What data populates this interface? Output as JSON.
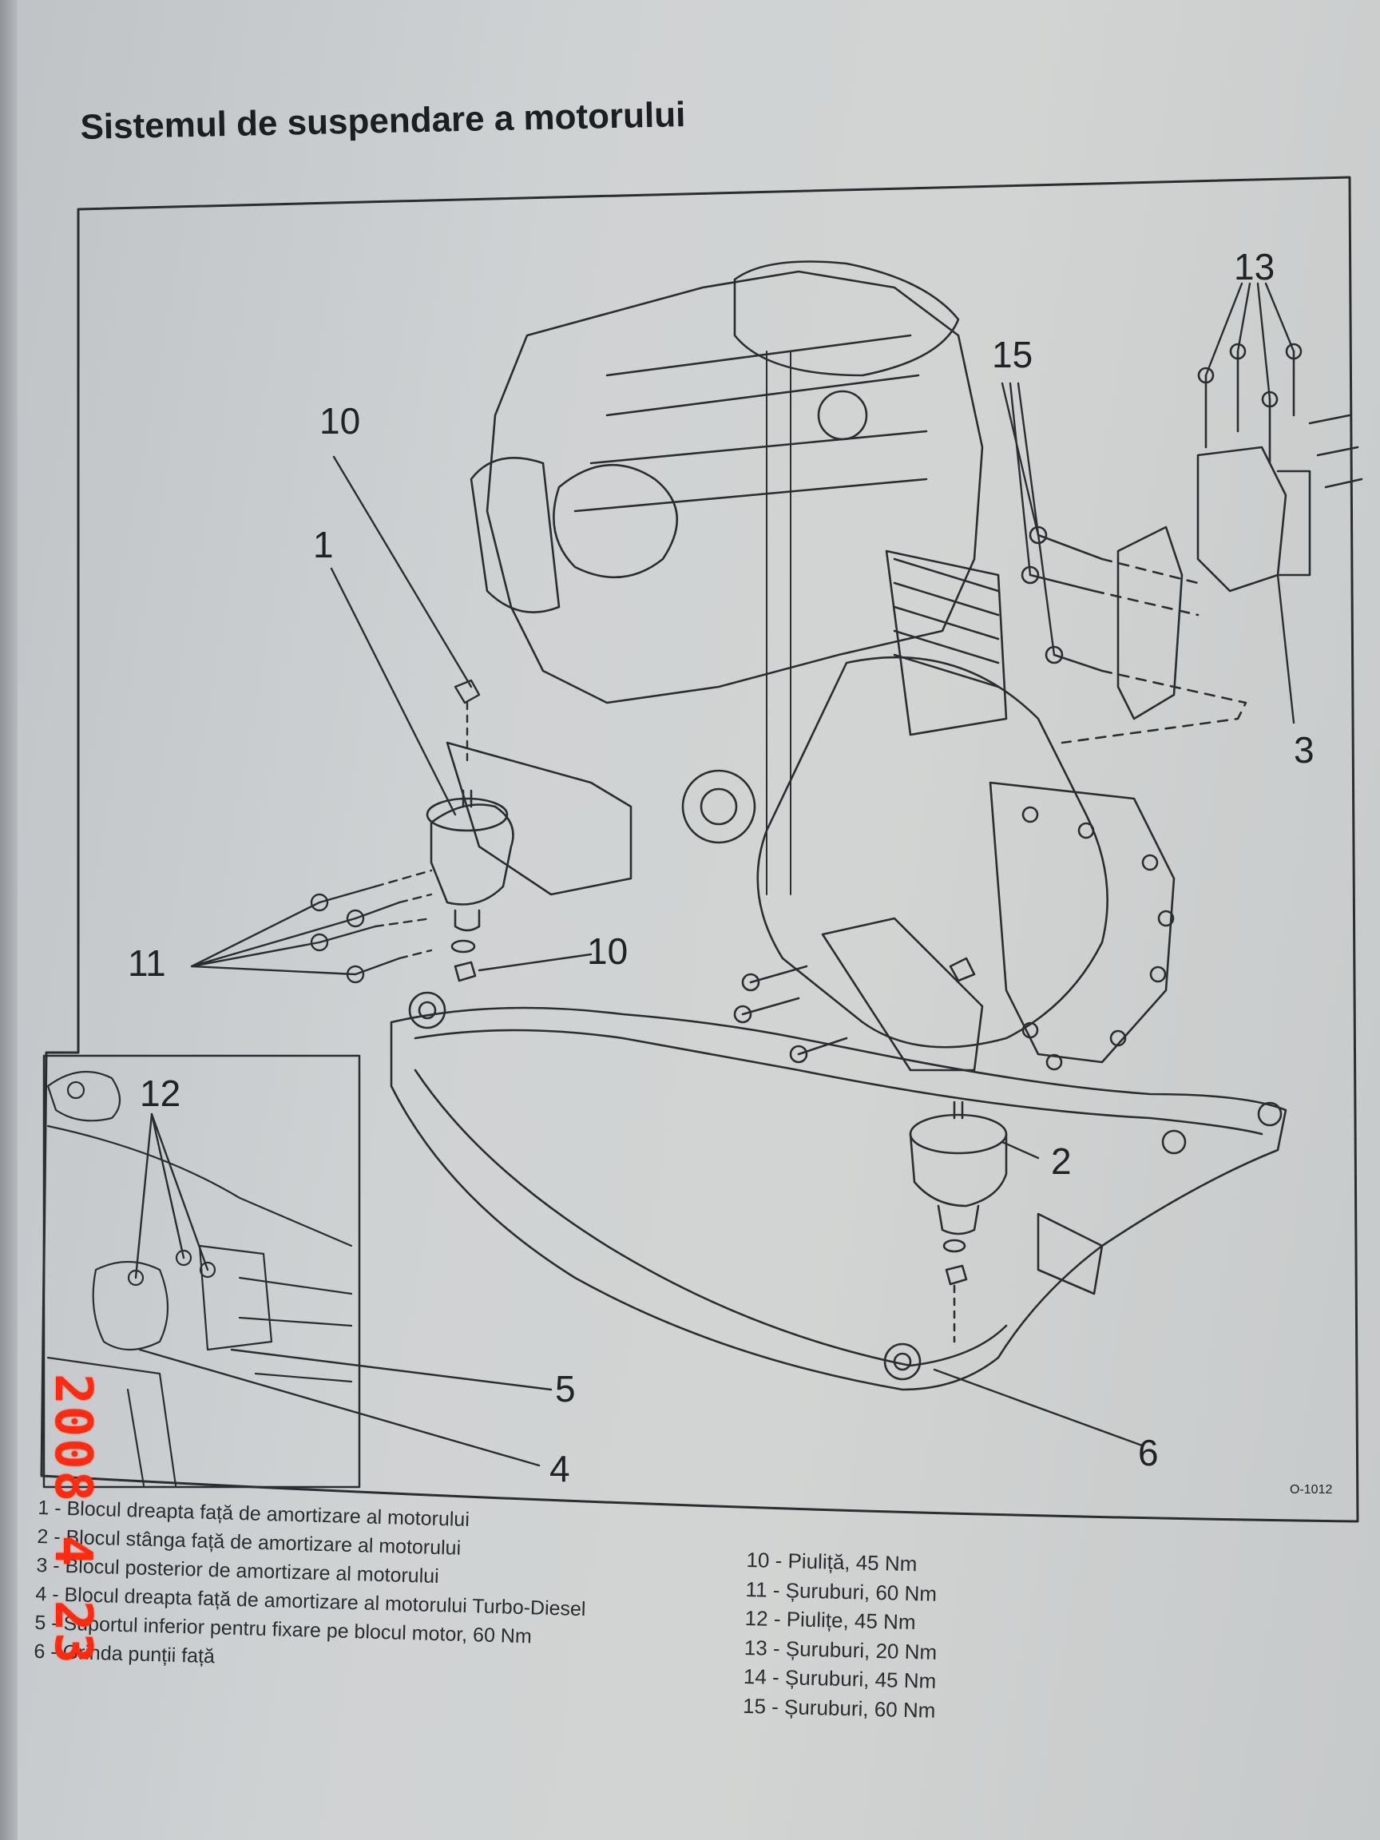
{
  "title": "Sistemul de suspendare a motorului",
  "figure": {
    "code": "O-1012",
    "callouts": {
      "c1": "1",
      "c2": "2",
      "c3": "3",
      "c4": "4",
      "c5": "5",
      "c6": "6",
      "c10a": "10",
      "c10b": "10",
      "c11": "11",
      "c12": "12",
      "c13": "13",
      "c15": "15"
    }
  },
  "legend_left": [
    "1 - Blocul dreapta față de amortizare al motorului",
    "2 - Blocul stânga față de amortizare al motorului",
    "3 - Blocul posterior de amortizare al motorului",
    "4 - Blocul dreapta față de amortizare al motorului",
    "5 - Suportul inferior pentru fixare pe blocul motor, 60 Nm",
    "6 - Grinda punții față"
  ],
  "legend_left_extra": "Turbo-Diesel",
  "legend_right": [
    "10 -  Piuliță, 45 Nm",
    "11 -  Șuruburi, 60 Nm",
    "12 -  Piulițe, 45 Nm",
    "13 -  Șuruburi, 20 Nm",
    "14 -  Șuruburi, 45 Nm",
    "15 -  Șuruburi, 60 Nm"
  ],
  "date_stamp": "2008 4 23"
}
